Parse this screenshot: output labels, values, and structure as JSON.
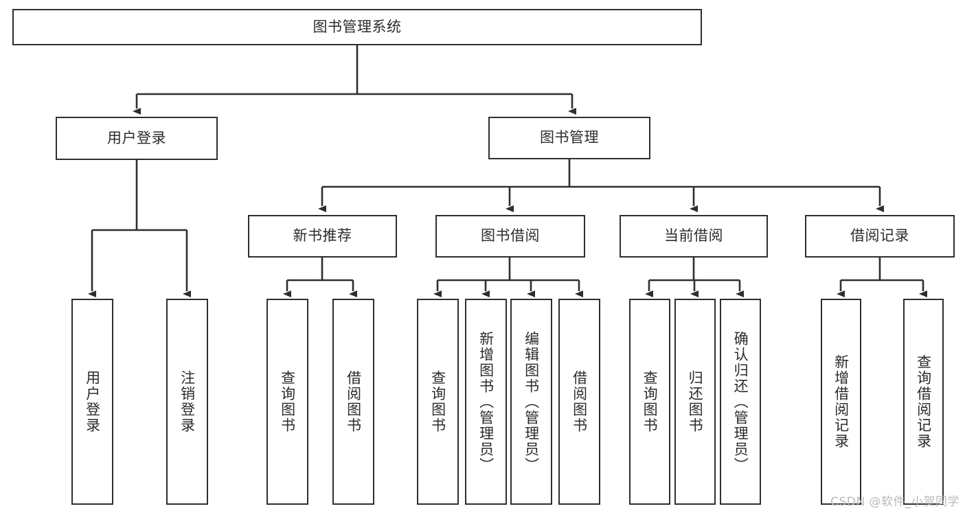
{
  "diagram": {
    "type": "tree",
    "title": "图书管理系统",
    "watermark": "CSDN @软件_小贺同学",
    "colors": {
      "background": "#ffffff",
      "box_stroke": "#2e2e2e",
      "box_fill": "#ffffff",
      "text": "#2b2b2b",
      "connector": "#2e2e2e",
      "watermark": "#b9b9b9"
    },
    "nodes": {
      "root": {
        "label": "图书管理系统"
      },
      "level2": [
        {
          "id": "user-login",
          "label": "用户登录"
        },
        {
          "id": "book-manage",
          "label": "图书管理"
        }
      ],
      "level3": [
        {
          "id": "new-book-rec",
          "label": "新书推荐"
        },
        {
          "id": "book-borrow",
          "label": "图书借阅"
        },
        {
          "id": "current-borrow",
          "label": "当前借阅"
        },
        {
          "id": "borrow-record",
          "label": "借阅记录"
        }
      ],
      "leaves_user_login": [
        {
          "id": "leaf-user-login",
          "label": "用户登录"
        },
        {
          "id": "leaf-logout-login",
          "label": "注销登录"
        }
      ],
      "leaves_new_book_rec": [
        {
          "id": "leaf-query-book-1",
          "label": "查询图书"
        },
        {
          "id": "leaf-borrow-book-1",
          "label": "借阅图书"
        }
      ],
      "leaves_book_borrow": [
        {
          "id": "leaf-query-book-2",
          "label": "查询图书"
        },
        {
          "id": "leaf-add-book",
          "label": "新增图书（管理员）"
        },
        {
          "id": "leaf-edit-book",
          "label": "编辑图书（管理员）"
        },
        {
          "id": "leaf-borrow-book-2",
          "label": "借阅图书"
        }
      ],
      "leaves_current_borrow": [
        {
          "id": "leaf-query-book-3",
          "label": "查询图书"
        },
        {
          "id": "leaf-return-book",
          "label": "归还图书"
        },
        {
          "id": "leaf-confirm-return",
          "label": "确认归还（管理员）"
        }
      ],
      "leaves_borrow_record": [
        {
          "id": "leaf-add-borrow-record",
          "label": "新增借阅记录"
        },
        {
          "id": "leaf-query-borrow-record",
          "label": "查询借阅记录"
        }
      ]
    }
  }
}
